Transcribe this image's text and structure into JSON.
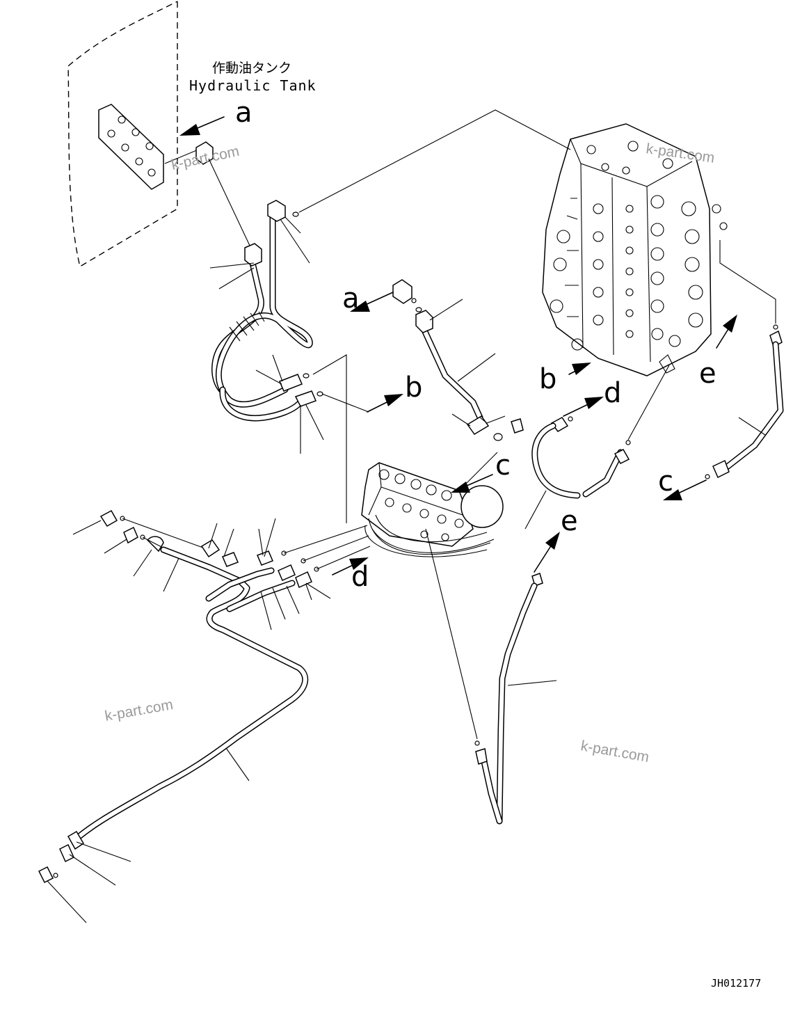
{
  "tank": {
    "label_jp": "作動油タンク",
    "label_en": "Hydraulic Tank"
  },
  "reference_letters": [
    {
      "id": "a1",
      "text": "a"
    },
    {
      "id": "a2",
      "text": "a"
    },
    {
      "id": "b1",
      "text": "b"
    },
    {
      "id": "b2",
      "text": "b"
    },
    {
      "id": "c1",
      "text": "c"
    },
    {
      "id": "c2",
      "text": "c"
    },
    {
      "id": "d1",
      "text": "d"
    },
    {
      "id": "d2",
      "text": "d"
    },
    {
      "id": "e1",
      "text": "e"
    },
    {
      "id": "e2",
      "text": "e"
    }
  ],
  "watermarks": [
    "k-part.com",
    "k-part.com",
    "k-part.com",
    "k-part.com"
  ],
  "drawing_code": "JH012177",
  "colors": {
    "ink": "#000000",
    "watermark": "#9a9a9a",
    "paper": "#ffffff"
  }
}
